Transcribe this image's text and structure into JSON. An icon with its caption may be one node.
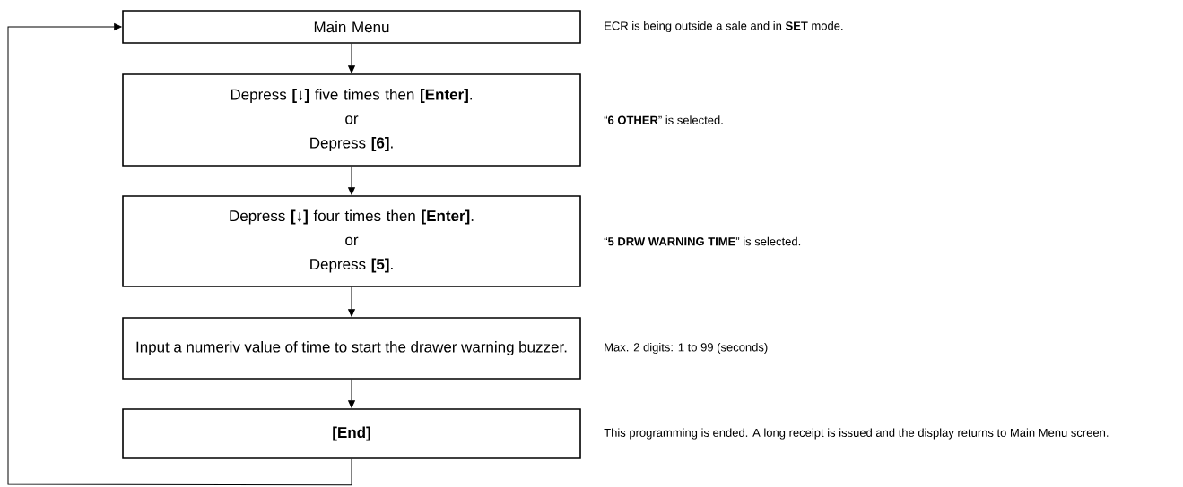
{
  "diagram": {
    "nodes": [
      {
        "text": [
          "Main Menu"
        ],
        "beside": [
          "ECR is being outside a sale and in **SET** mode."
        ]
      },
      {
        "text": [
          "Depress **[↓]** five times then **[Enter]**.",
          "or",
          "Depress **[6]**."
        ],
        "beside": [
          "“**6 OTHER**” is selected."
        ]
      },
      {
        "text": [
          "Depress **[↓]** four times then **[Enter]**.",
          "or",
          "Depress **[5]**."
        ],
        "beside": [
          "“**5 DRW WARNING TIME**” is selected."
        ]
      },
      {
        "text": [
          "Input a numeriv value of time to start the drawer warning buzzer."
        ],
        "beside": [
          "Max. 2 digits: 1 to 99 (seconds)"
        ]
      },
      {
        "text": [
          "[End]"
        ],
        "beside": [
          "This programming is ended. A long receipt is issued and the display returns to Main Menu screen."
        ]
      }
    ],
    "edges": [
      {
        "from": 0,
        "to": 1,
        "arrow": "to"
      },
      {
        "from": 1,
        "to": 2,
        "arrow": "to"
      },
      {
        "from": 2,
        "to": 3,
        "arrow": "to"
      },
      {
        "from": 3,
        "to": 4,
        "arrow": "to"
      },
      {
        "from": 4,
        "to": 0,
        "arrow": "to"
      }
    ]
  }
}
